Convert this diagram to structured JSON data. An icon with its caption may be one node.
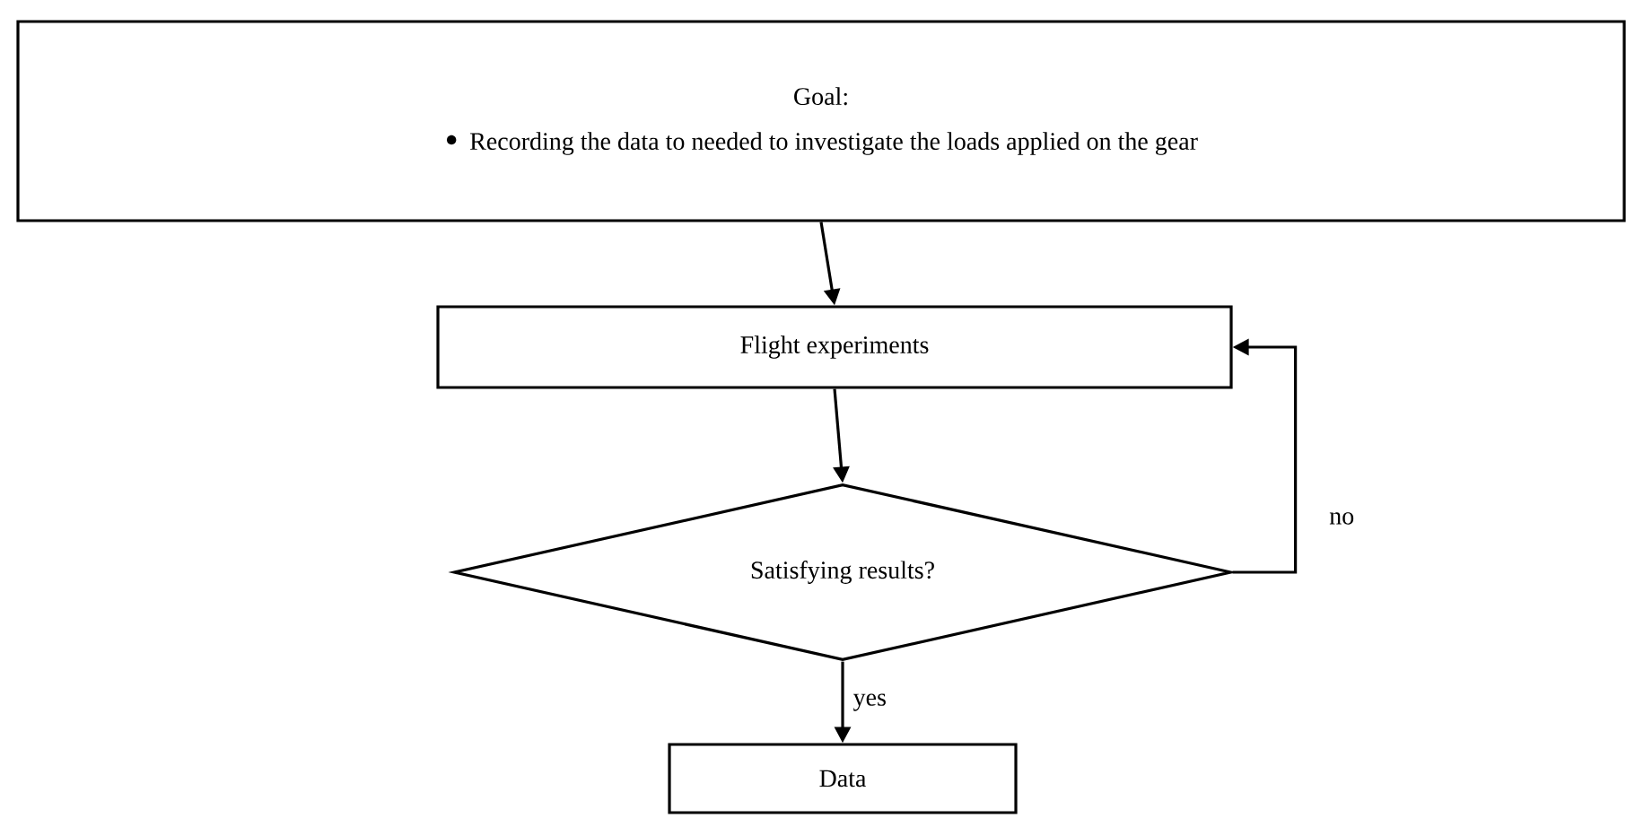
{
  "diagram": {
    "nodes": [
      {
        "text": [
          "Goal:",
          "Recording the data to needed to investigate the loads applied on the gear"
        ]
      },
      {
        "text": [
          "Flight experiments"
        ]
      },
      {
        "text": [
          "Satisfying results?"
        ]
      },
      {
        "text": [
          "Data"
        ]
      }
    ],
    "edges": [
      {
        "from": 0,
        "to": 1,
        "arrow": "to"
      },
      {
        "from": 1,
        "to": 2,
        "arrow": "to"
      },
      {
        "from": 2,
        "to": 1,
        "arrow": "to",
        "label": "no"
      },
      {
        "from": 2,
        "to": 3,
        "arrow": "to",
        "label": "yes"
      }
    ]
  }
}
